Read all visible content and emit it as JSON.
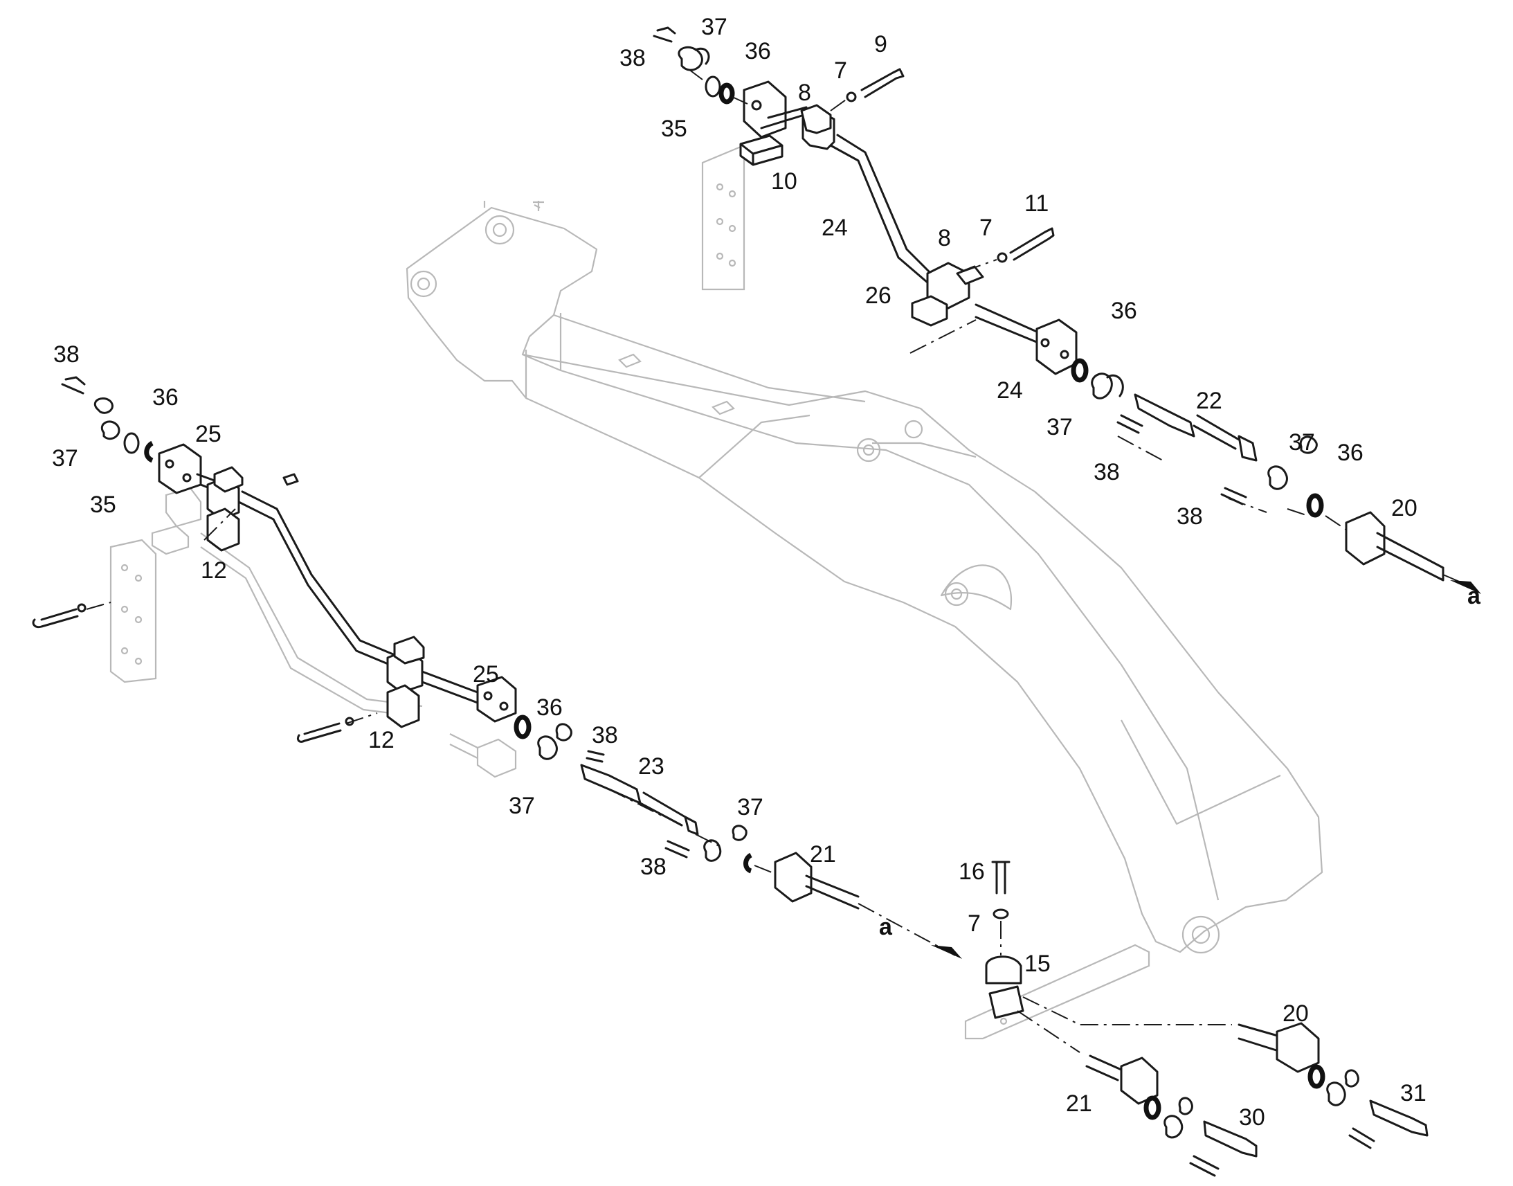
{
  "diagram": {
    "callouts": [
      {
        "id": "c38a",
        "text": "38"
      },
      {
        "id": "c37a",
        "text": "37"
      },
      {
        "id": "c36a",
        "text": "36"
      },
      {
        "id": "c9",
        "text": "9"
      },
      {
        "id": "c7a",
        "text": "7"
      },
      {
        "id": "c8a",
        "text": "8"
      },
      {
        "id": "c35a",
        "text": "35"
      },
      {
        "id": "c10",
        "text": "10"
      },
      {
        "id": "c24a",
        "text": "24"
      },
      {
        "id": "c11",
        "text": "11"
      },
      {
        "id": "c7b",
        "text": "7"
      },
      {
        "id": "c8b",
        "text": "8"
      },
      {
        "id": "c26",
        "text": "26"
      },
      {
        "id": "c36b",
        "text": "36"
      },
      {
        "id": "c24b",
        "text": "24"
      },
      {
        "id": "c22",
        "text": "22"
      },
      {
        "id": "c37b",
        "text": "37"
      },
      {
        "id": "c38b",
        "text": "38"
      },
      {
        "id": "c37c",
        "text": "37"
      },
      {
        "id": "c36c",
        "text": "36"
      },
      {
        "id": "c38c",
        "text": "38"
      },
      {
        "id": "c20a",
        "text": "20"
      },
      {
        "id": "ca1",
        "text": "a"
      },
      {
        "id": "c38d",
        "text": "38"
      },
      {
        "id": "c36d",
        "text": "36"
      },
      {
        "id": "c25a",
        "text": "25"
      },
      {
        "id": "c37d",
        "text": "37"
      },
      {
        "id": "c35b",
        "text": "35"
      },
      {
        "id": "c12a",
        "text": "12"
      },
      {
        "id": "c25b",
        "text": "25"
      },
      {
        "id": "c12b",
        "text": "12"
      },
      {
        "id": "c36e",
        "text": "36"
      },
      {
        "id": "c38e",
        "text": "38"
      },
      {
        "id": "c23",
        "text": "23"
      },
      {
        "id": "c37e",
        "text": "37"
      },
      {
        "id": "c37f",
        "text": "37"
      },
      {
        "id": "c38f",
        "text": "38"
      },
      {
        "id": "c21a",
        "text": "21"
      },
      {
        "id": "c16",
        "text": "16"
      },
      {
        "id": "c7c",
        "text": "7"
      },
      {
        "id": "ca2",
        "text": "a"
      },
      {
        "id": "c15",
        "text": "15"
      },
      {
        "id": "c20b",
        "text": "20"
      },
      {
        "id": "c21b",
        "text": "21"
      },
      {
        "id": "c30",
        "text": "30"
      },
      {
        "id": "c31",
        "text": "31"
      }
    ]
  }
}
